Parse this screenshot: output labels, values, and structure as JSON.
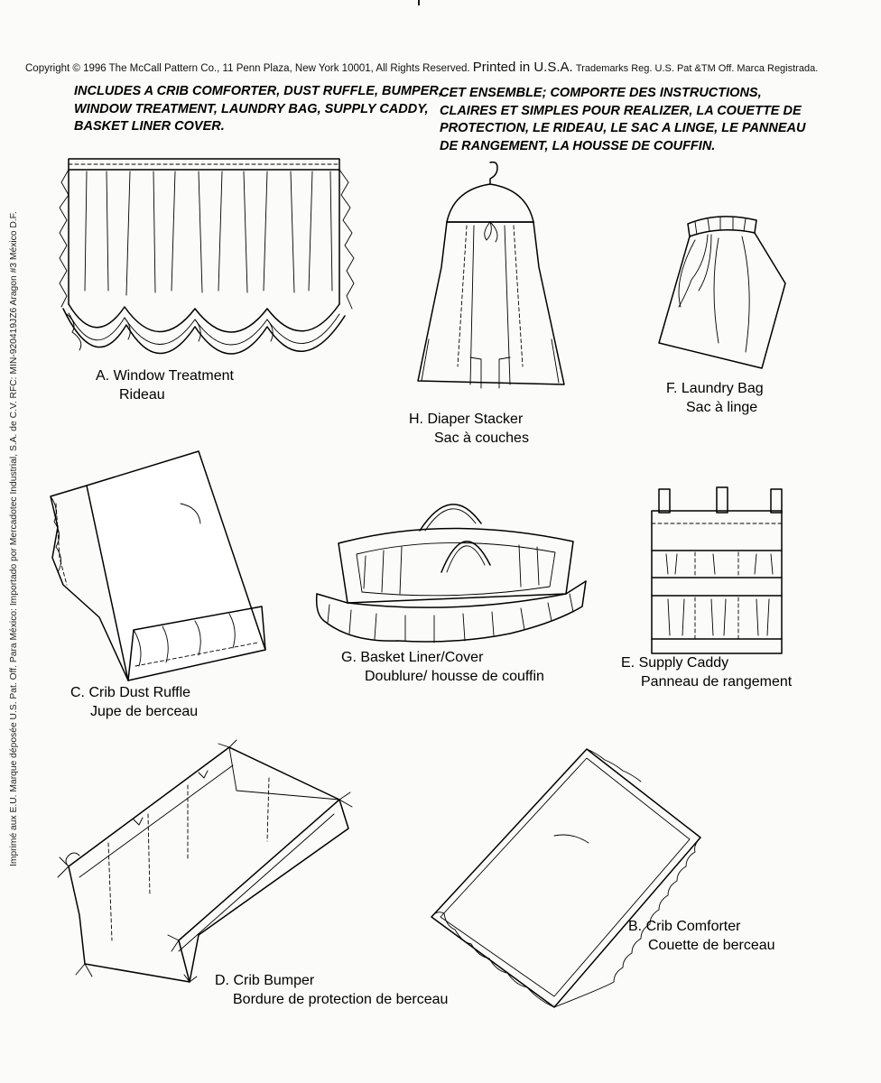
{
  "copyright": {
    "part1": "Copyright © 1996 The McCall Pattern Co., 11 Penn Plaza, New York 10001, All Rights Reserved.",
    "part2": "Printed in U.S.A.",
    "part3": "Trademarks Reg. U.S. Pat &TM Off. Marca Registrada."
  },
  "side_text": "Imprimé aux E.U. Marque déposée U.S. Pat. Off.   Para México: Importado por Mercadotec Industrial, S.A. de C.V.   RFC: MIN-920419JZ6   Aragon #3 México D.F.",
  "intro_en": [
    "INCLUDES A CRIB COMFORTER, DUST RUFFLE, BUMPER,",
    "WINDOW TREATMENT, LAUNDRY BAG, SUPPLY CADDY,",
    "BASKET LINER COVER."
  ],
  "intro_fr": [
    "CET ENSEMBLE; COMPORTE DES INSTRUCTIONS,",
    "CLAIRES ET SIMPLES POUR REALIZER, LA COUETTE DE",
    "PROTECTION, LE RIDEAU, LE SAC A LINGE, LE PANNEAU",
    "DE RANGEMENT, LA HOUSSE DE COUFFIN."
  ],
  "views": {
    "a": {
      "name": "A. Window Treatment",
      "fr": "Rideau"
    },
    "h": {
      "name": "H. Diaper Stacker",
      "fr": "Sac à couches"
    },
    "f": {
      "name": "F. Laundry Bag",
      "fr": "Sac à linge"
    },
    "c": {
      "name": "C. Crib Dust Ruffle",
      "fr": "Jupe de berceau"
    },
    "g": {
      "name": "G. Basket Liner/Cover",
      "fr": "Doublure/ housse de couffin"
    },
    "e": {
      "name": "E. Supply Caddy",
      "fr": "Panneau de rangement"
    },
    "d": {
      "name": "D. Crib Bumper",
      "fr": "Bordure de protection de berceau"
    },
    "b": {
      "name": "B. Crib Comforter",
      "fr": "Couette de berceau"
    }
  }
}
